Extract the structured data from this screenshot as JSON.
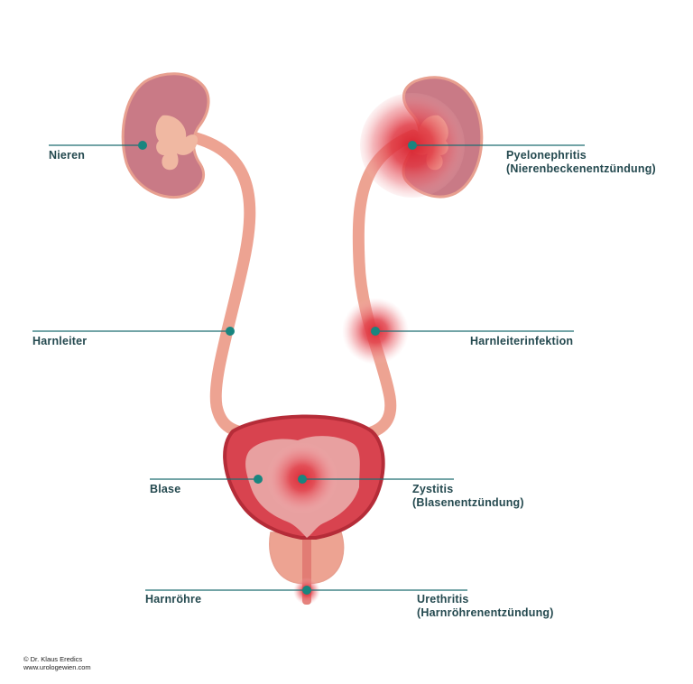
{
  "labels": {
    "nieren": "Nieren",
    "harnleiter": "Harnleiter",
    "blase": "Blase",
    "harnroehre": "Harnröhre",
    "pyelonephritis": "Pyelonephritis",
    "pyelonephritis_sub": "(Nierenbeckenentzündung)",
    "harnleiterinfektion": "Harnleiterinfektion",
    "zystitis": "Zystitis",
    "zystitis_sub": "(Blasenentzündung)",
    "urethritis": "Urethritis",
    "urethritis_sub": "(Harnröhrenentzündung)"
  },
  "credit": {
    "author": "© Dr. Klaus Eredics",
    "website": "www.urologewien.com"
  },
  "colors": {
    "line": "#1f6e72",
    "dot": "#19857f",
    "kidney": "#c97a86",
    "kidney_outline": "#e8a090",
    "ureter": "#eda392",
    "bladder_wall": "#d8434f",
    "bladder_outline": "#b52c38",
    "bladder_inner": "#e8a0a0",
    "inflammation": "#e0323f",
    "text": "#24494f"
  }
}
